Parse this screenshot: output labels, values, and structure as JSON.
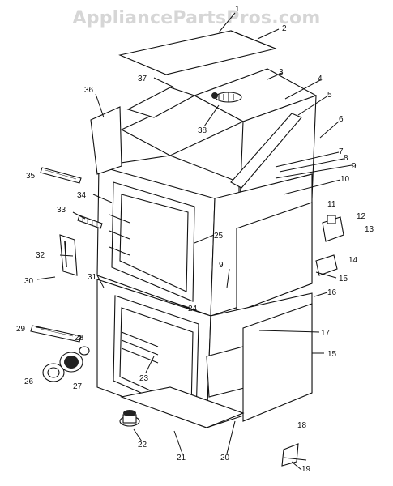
{
  "watermark": "AppliancePartsPros.com",
  "callouts": [
    "1",
    "2",
    "3",
    "4",
    "5",
    "6",
    "7",
    "8",
    "9",
    "10",
    "11",
    "12",
    "13",
    "14",
    "15",
    "16",
    "17",
    "15",
    "19",
    "20",
    "21",
    "22",
    "23",
    "24",
    "25",
    "26",
    "27",
    "28",
    "29",
    "30",
    "31",
    "32",
    "33",
    "34",
    "35",
    "36",
    "37",
    "38",
    "18",
    "9"
  ]
}
